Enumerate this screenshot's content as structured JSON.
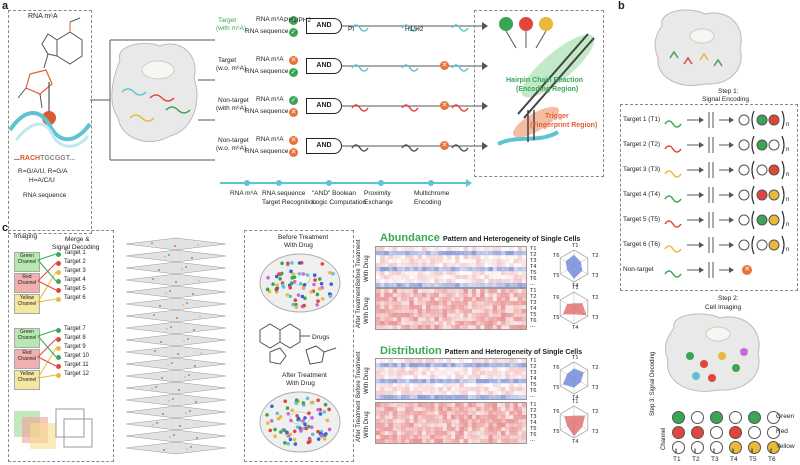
{
  "panels": {
    "a": "a",
    "b": "b",
    "c": "c"
  },
  "colors": {
    "green": "#3aa655",
    "red": "#e0463a",
    "yellow": "#e8b93a",
    "cyan": "#5fc3d2",
    "orange": "#e8733a",
    "hm_red": "#e06a6a",
    "hm_blue": "#6a86d8"
  },
  "a": {
    "rna_title": "RNA m⁶A",
    "seq_prefix": "...",
    "seq_motif": "RACH",
    "seq_suffix": "TGCGGT...",
    "legend1": "R=G/A/U, R=G/A",
    "legend2": "H=A/C/U",
    "rna_sequence": "RNA sequence",
    "rows": [
      {
        "cat": "Target",
        "sub": "(with m⁶A)",
        "m6a": "RNA m⁶A",
        "seq": "RNA sequence",
        "m6a_ok": true,
        "seq_ok": true,
        "and": "AND"
      },
      {
        "cat": "Target",
        "sub": "(w.o. m⁶A)",
        "m6a": "RNA m⁶A",
        "seq": "RNA sequence",
        "m6a_ok": false,
        "seq_ok": true,
        "and": "AND"
      },
      {
        "cat": "Non-target",
        "sub": "(with m⁶A)",
        "m6a": "RNA m⁶A",
        "seq": "RNA sequence",
        "m6a_ok": true,
        "seq_ok": false,
        "and": "AND"
      },
      {
        "cat": "Non-target",
        "sub": "(w.o. m⁶A)",
        "m6a": "RNA m⁶A",
        "seq": "RNA sequence",
        "m6a_ok": false,
        "seq_ok": false,
        "and": "AND"
      }
    ],
    "probe_labels": [
      "PH1/PH2",
      "PI",
      "H1/H2"
    ],
    "hcr_label1": "Hairpin Chain Reaction",
    "hcr_label2": "(Encoding Region)",
    "trigger_label1": "Trigger",
    "trigger_label2": "(Fingerprint Region)",
    "timeline": [
      {
        "top": "RNA m⁶A",
        "bottom": ""
      },
      {
        "top": "RNA sequence",
        "bottom": "Target Recognition"
      },
      {
        "top": "\"AND\" Boolean",
        "bottom": "Logic Computation"
      },
      {
        "top": "Proximity",
        "bottom": "Exchange"
      },
      {
        "top": "Multichrome",
        "bottom": "Encoding"
      }
    ]
  },
  "b": {
    "step1": "Step 1:",
    "step1b": "Signal Encoding",
    "targets": [
      "Target 1 (T1)",
      "Target 2 (T2)",
      "Target 3 (T3)",
      "Target 4 (T4)",
      "Target 5 (T5)",
      "Target 6 (T6)",
      "Non-target"
    ],
    "step2": "Step 2:",
    "step2b": "Cell Imaging",
    "step3": "Step 3:",
    "step3b": "Signal Decoding",
    "channel_label": "Channel",
    "channels": [
      "Green",
      "Red",
      "Yellow"
    ],
    "tcols": [
      "T1",
      "T2",
      "T3",
      "T4",
      "T5",
      "T6"
    ],
    "n_sub": "n"
  },
  "c": {
    "imaging": "Imaging",
    "merge1": "Merge &",
    "merge2": "Signal Decoding",
    "channels": [
      "Green Channel",
      "Red Channel",
      "Yellow Channel"
    ],
    "targets_a": [
      "Target 1",
      "Target 2",
      "Target 3",
      "Target 4",
      "Target 5",
      "Target 6"
    ],
    "targets_b": [
      "Target 7",
      "Target 8",
      "Target 9",
      "Target 10",
      "Target 11",
      "Target 12"
    ],
    "before": "Before Treatment",
    "with_drug": "With Drug",
    "after": "After Treatment",
    "drugs": "Drugs",
    "abundance_word": "Abundance",
    "distribution_word": "Distribution",
    "pattern_suffix": "Pattern and Heterogeneity of Single Cells",
    "tlist": [
      "T1",
      "T2",
      "T3",
      "T4",
      "T5",
      "T6"
    ],
    "ellipsis": "..."
  }
}
